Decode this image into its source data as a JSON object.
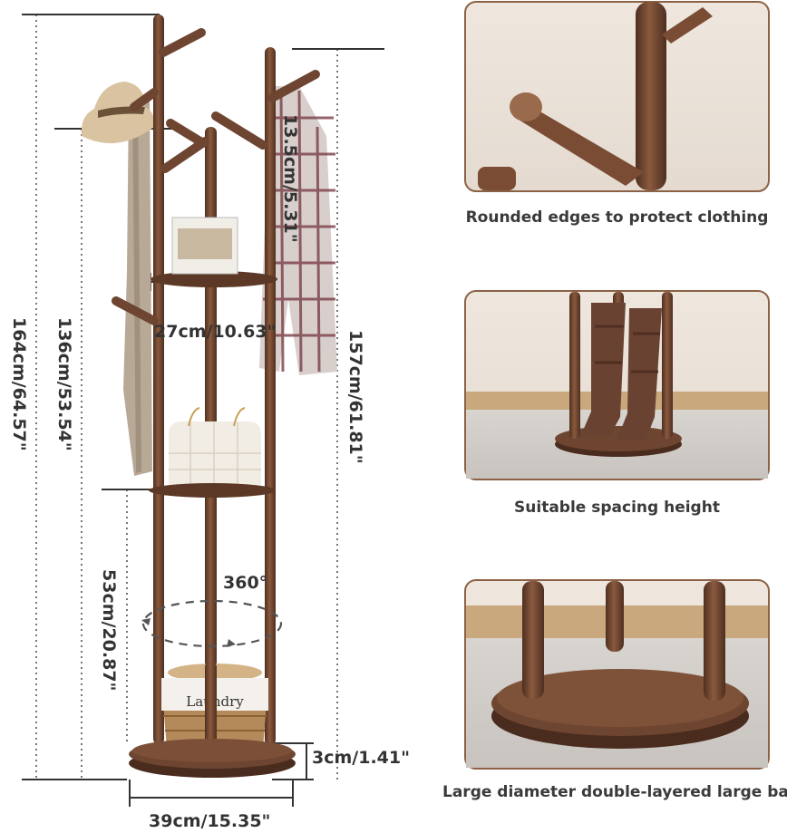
{
  "product": {
    "dimensions": {
      "total_height": "164cm/64.57\"",
      "pole_height": "136cm/53.54\"",
      "side_height": "157cm/61.81\"",
      "hook_length": "13.5cm/5.31\"",
      "shelf_width": "27cm/10.63\"",
      "lower_height": "53cm/20.87\"",
      "rotation": "360°",
      "base_thickness": "3cm/1.41\"",
      "base_diameter": "39cm/15.35\""
    },
    "basket_label": "Laundry"
  },
  "features": [
    {
      "caption": "Rounded edges to protect clothing"
    },
    {
      "caption": "Suitable spacing height"
    },
    {
      "caption": "Large diameter double-layered large base"
    }
  ],
  "colors": {
    "wood": "#6e4530",
    "wood_light": "#8a5a3e",
    "wood_dark": "#4e2f20",
    "panel_border": "#8c6246",
    "text": "#333333"
  }
}
